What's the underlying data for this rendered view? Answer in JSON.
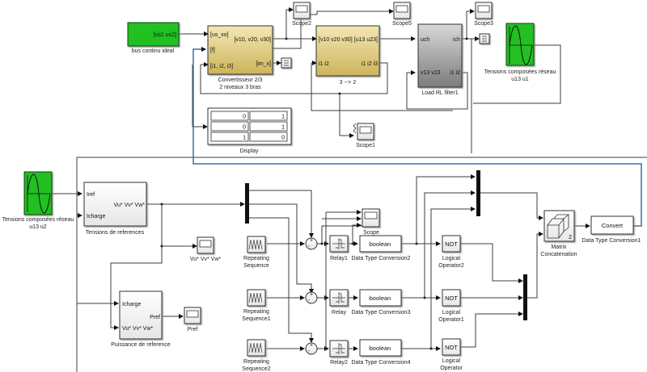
{
  "diagram": {
    "blocks": {
      "bus_continu": {
        "name": "bus continu ideal",
        "port_out": "[us1 us2]",
        "color": "#22c022"
      },
      "convertisseur": {
        "name_line1": "Convertisseur 2/3",
        "name_line2": "2 niveaux   3 bras",
        "in_ports": [
          "[us_xo]",
          "[f]",
          "[i1, i2, i3]"
        ],
        "out_ports": [
          "[v10, v20, v30]",
          "[im_x]"
        ]
      },
      "three_to_two": {
        "name": "3 --> 2",
        "in_ports": [
          "[v10 v20 v30]",
          "i1 i2"
        ],
        "out_ports": [
          "[u13 u23]",
          "i1 i2 i3"
        ]
      },
      "load_rl": {
        "name": "Load RL filter1",
        "in_ports": [
          "uch",
          "v13 v23"
        ],
        "out_ports": [
          "ich",
          "i1 i2"
        ]
      },
      "scope2": {
        "name": "Scope2"
      },
      "scope5": {
        "name": "Scope5"
      },
      "scope3": {
        "name": "Scope3"
      },
      "scope1": {
        "name": "Scope1"
      },
      "tensions_u1": {
        "name_line1": "Tensions composées réseau",
        "name_line2": "u13 u1"
      },
      "tensions_u2": {
        "name_line1": "Tensions composées réseau",
        "name_line2": "u13 u2"
      },
      "display": {
        "name": "Display",
        "values": [
          [
            "0",
            "1"
          ],
          [
            "0",
            "1"
          ],
          [
            "1",
            "0"
          ]
        ]
      },
      "tensions_ref": {
        "name": "Tensions de references",
        "in_ports": [
          "Iref",
          "Icharge"
        ],
        "out_ports": [
          "Vu* Vv* Vw*"
        ]
      },
      "scope_vuvw": {
        "name": "Vu* Vv* Vw*"
      },
      "puissance_ref": {
        "name": "Puissance de reference",
        "in_ports": [
          "Icharge",
          "Vu* Vv* Vw*"
        ],
        "out_ports": [
          "Pref"
        ]
      },
      "scope_pref": {
        "name": "Pref"
      },
      "rep_seq": {
        "name_line1": "Repeating",
        "name_line2": "Sequence"
      },
      "rep_seq1": {
        "name_line1": "Repeating",
        "name_line2": "Sequence1"
      },
      "rep_seq2": {
        "name_line1": "Repeating",
        "name_line2": "Sequence2"
      },
      "relay1": {
        "name": "Relay1"
      },
      "relay": {
        "name": "Relay"
      },
      "relay2": {
        "name": "Relay2"
      },
      "scope": {
        "name": "Scope"
      },
      "dtc2": {
        "name": "Data Type Conversion2",
        "text": "boolean"
      },
      "dtc3": {
        "name": "Data Type Conversion3",
        "text": "boolean"
      },
      "dtc4": {
        "name": "Data Type Conversion4",
        "text": "boolean"
      },
      "not2": {
        "name_line1": "Logical",
        "name_line2": "Operator2",
        "text": "NOT"
      },
      "not1": {
        "name_line1": "Logical",
        "name_line2": "Operator1",
        "text": "NOT"
      },
      "not0": {
        "name_line1": "Logical",
        "name_line2": "Operator",
        "text": "NOT"
      },
      "matrix": {
        "name_line1": "Matrix",
        "name_line2": "Concatenation",
        "dim": "2"
      },
      "dtc1": {
        "name": "Data Type Conversion1",
        "text": "Convert"
      },
      "sum_sign": "+",
      "sum_minus": "-"
    },
    "colors": {
      "subsystem_gold": "#e8d890",
      "source_green": "#22c022",
      "signal_blue": "#3a6ea5"
    }
  }
}
